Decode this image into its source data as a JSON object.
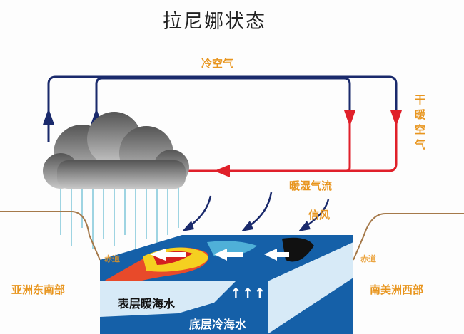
{
  "title": "拉尼娜状态",
  "labels": {
    "cold_air": "冷空气",
    "dry_warm_air": "干暖空气",
    "warm_moist_flow": "暖湿气流",
    "trade_wind": "信风",
    "equator_left": "赤道",
    "equator_right": "赤道",
    "southeast_asia": "亚洲东南部",
    "west_south_america": "南美洲西部",
    "surface_warm_water": "表层暖海水",
    "deep_cold_water": "底层冷海水",
    "upwelling_arrows": "↑↑↑"
  },
  "colors": {
    "cold_loop": "#1a2a6c",
    "warm_loop": "#e0202a",
    "label": "#e8951e",
    "ocean": "#1560a8",
    "ground": "#a5794a"
  }
}
